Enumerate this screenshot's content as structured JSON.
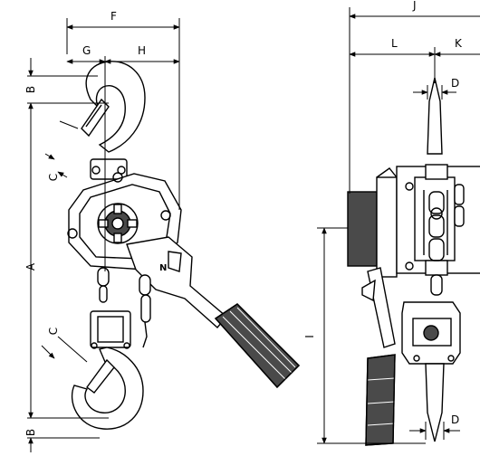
{
  "diagram": {
    "subject": "lever hoist dimension drawing",
    "labels": {
      "A": "A",
      "B_top": "B",
      "B_bottom": "B",
      "C_top": "C",
      "C_bottom": "C",
      "D_top": "D",
      "D_bottom": "D",
      "F": "F",
      "G": "G",
      "H": "H",
      "J": "J",
      "K": "K",
      "L": "L",
      "N": "N",
      "I": "I"
    },
    "colors": {
      "line": "#000000",
      "fill": "#ffffff",
      "shade": "#4a4a4a"
    }
  }
}
